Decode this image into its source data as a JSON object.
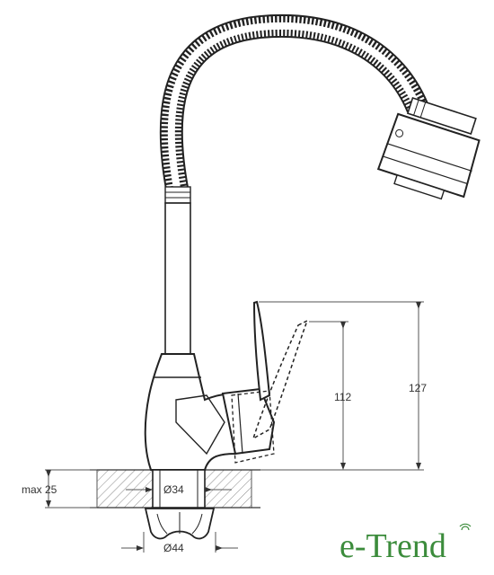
{
  "dimensions": {
    "max_depth": "max 25",
    "diameter_inner": "Ø34",
    "diameter_outer": "Ø44",
    "height_112": "112",
    "height_127": "127"
  },
  "brand": {
    "name": "e-Trend",
    "color": "#3c8c3c"
  },
  "colors": {
    "line": "#222222",
    "dim_line": "#555555",
    "hatch": "#888888"
  }
}
